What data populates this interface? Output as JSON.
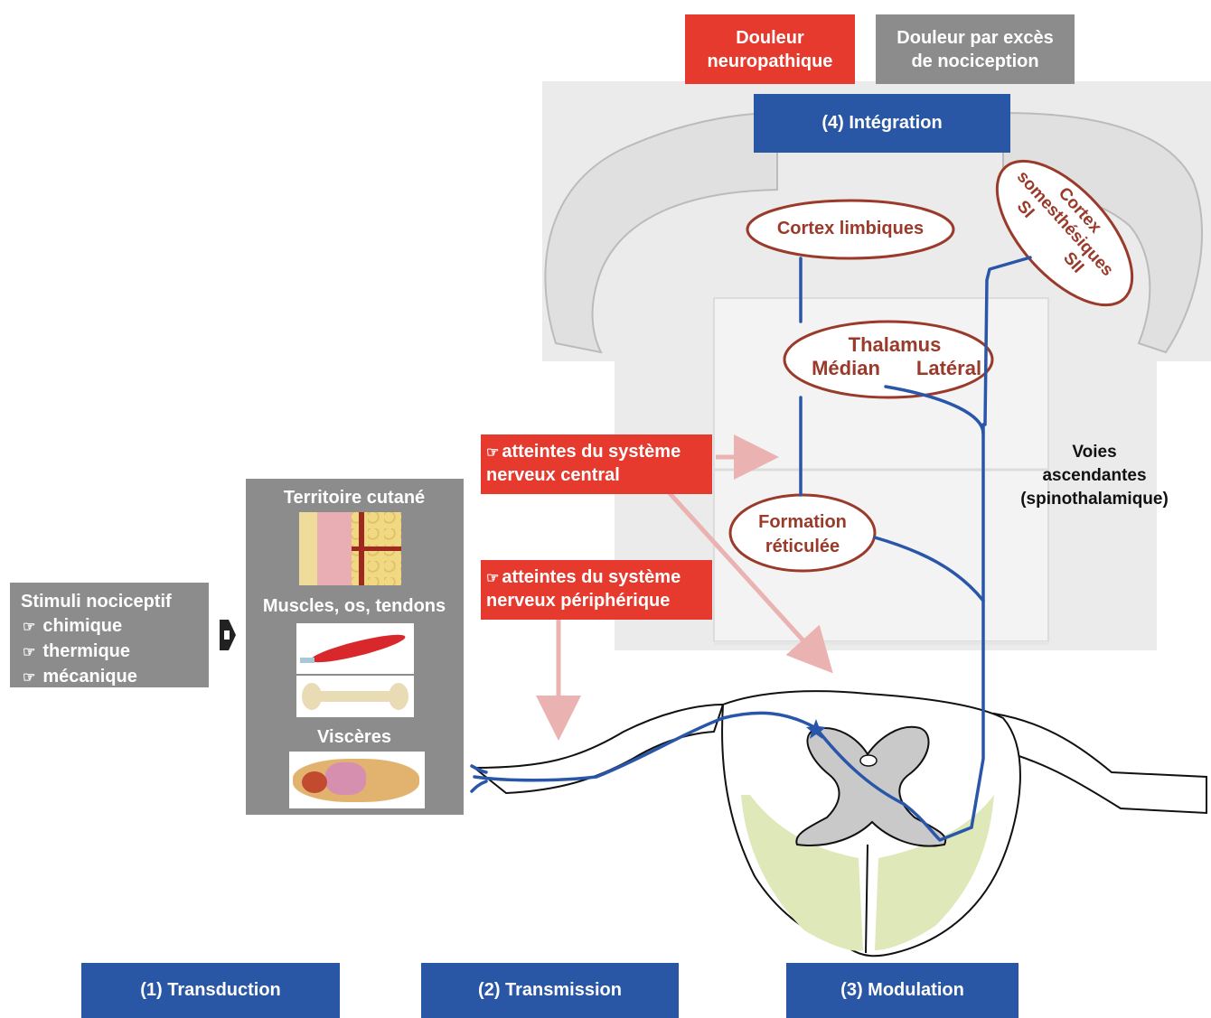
{
  "pain_types": {
    "neuropathic": "Douleur neuropathique",
    "nociceptive": "Douleur par excès de nociception"
  },
  "steps": {
    "transduction": "(1) Transduction",
    "transmission": "(2) Transmission",
    "modulation": "(3) Modulation",
    "integration": "(4) Intégration"
  },
  "stimuli": {
    "title": "Stimuli nociceptif",
    "items": [
      "chimique",
      "thermique",
      "mécanique"
    ]
  },
  "tissues": {
    "cutaneous": "Territoire cutané",
    "musculoskeletal": "Muscles, os, tendons",
    "visceral": "Viscères"
  },
  "lesions": {
    "central": [
      "atteintes du système",
      "nerveux central"
    ],
    "peripheral": [
      "atteintes du système",
      "nerveux périphérique"
    ]
  },
  "structures": {
    "limbic_cortex": "Cortex limbiques",
    "somatosensory_cortex": [
      "Cortex",
      "somesthésiques",
      "SI",
      "SII"
    ],
    "thalamus": "Thalamus",
    "thalamus_medial": "Médian",
    "thalamus_lateral": "Latéral",
    "reticular_formation": [
      "Formation",
      "réticulée"
    ]
  },
  "ascending_pathways": [
    "Voies",
    "ascendantes",
    "(spinothalamique)"
  ],
  "colors": {
    "step_blue": "#2a57a5",
    "pathway_blue": "#2956a8",
    "lesion_red": "#e63a2e",
    "neutral_grey": "#8c8c8c",
    "structure_brown": "#9a3a2a",
    "lesion_arrow_pink": "#eab3b1"
  }
}
